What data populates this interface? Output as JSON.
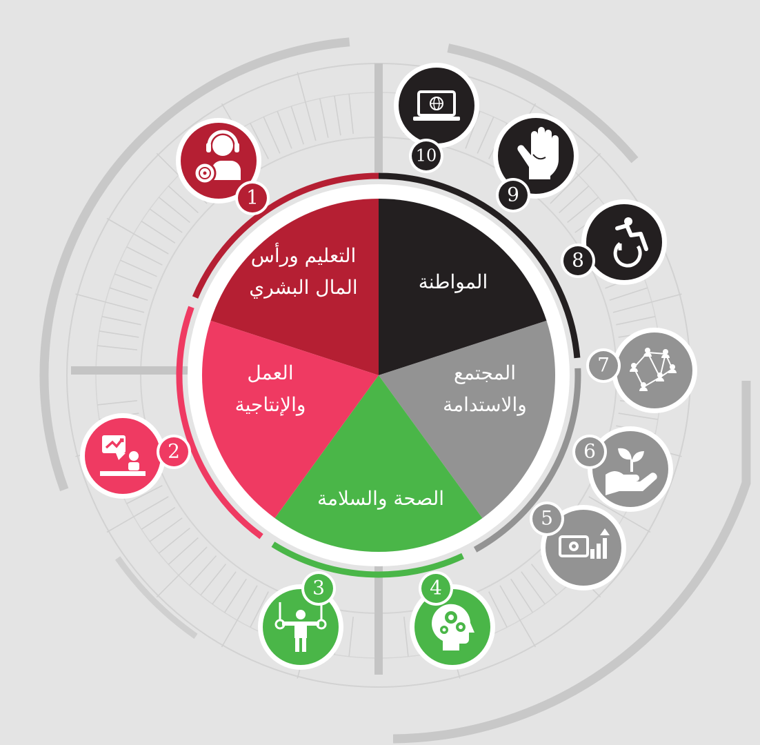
{
  "segments": [
    {
      "label_lines": [
        "التعليم ورأس",
        "المال البشري"
      ],
      "color": "#b51f33"
    },
    {
      "label_lines": [
        "المواطنة"
      ],
      "color": "#231f20"
    },
    {
      "label_lines": [
        "المجتمع",
        "والاستدامة"
      ],
      "color": "#939393"
    },
    {
      "label_lines": [
        "الصحة والسلامة"
      ],
      "color": "#4ab648"
    },
    {
      "label_lines": [
        "العمل",
        "والإنتاجية"
      ],
      "color": "#ef3a62"
    }
  ],
  "badges": [
    {
      "number": "1",
      "icon": "headset-person-icon",
      "color": "#b51f33"
    },
    {
      "number": "2",
      "icon": "presentation-chart-icon",
      "color": "#ef3a62"
    },
    {
      "number": "3",
      "icon": "gymnast-rings-icon",
      "color": "#4ab648"
    },
    {
      "number": "4",
      "icon": "head-gears-icon",
      "color": "#4ab648"
    },
    {
      "number": "5",
      "icon": "money-growth-icon",
      "color": "#939393"
    },
    {
      "number": "6",
      "icon": "hand-plant-icon",
      "color": "#939393"
    },
    {
      "number": "7",
      "icon": "network-people-icon",
      "color": "#939393"
    },
    {
      "number": "8",
      "icon": "wheelchair-icon",
      "color": "#231f20"
    },
    {
      "number": "9",
      "icon": "raised-hand-icon",
      "color": "#231f20"
    },
    {
      "number": "10",
      "icon": "laptop-globe-icon",
      "color": "#231f20"
    }
  ]
}
